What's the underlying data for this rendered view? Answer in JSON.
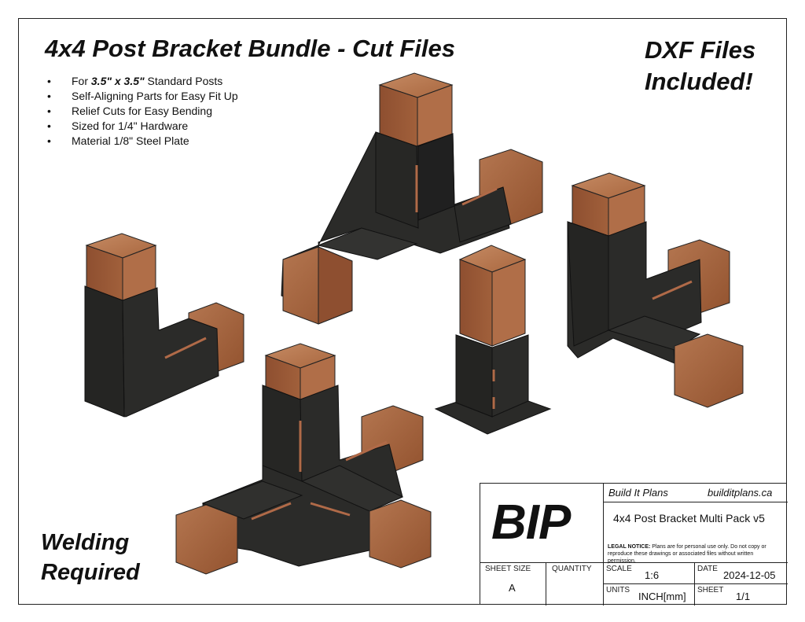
{
  "header": {
    "title": "4x4 Post Bracket Bundle - Cut Files",
    "dxf_line1": "DXF Files",
    "dxf_line2": "Included!"
  },
  "features": {
    "item0_prefix": "For ",
    "item0_bold": "3.5\" x 3.5\"",
    "item0_suffix": " Standard Posts",
    "item1": "Self-Aligning Parts for Easy Fit Up",
    "item2": "Relief Cuts for Easy Bending",
    "item3": "Sized for 1/4\" Hardware",
    "item4": "Material 1/8\" Steel Plate"
  },
  "footer_note": {
    "line1": "Welding",
    "line2": "Required"
  },
  "title_block": {
    "logo": "BIP",
    "company": "Build It Plans",
    "website": "builditplans.ca",
    "drawing_title": "4x4 Post Bracket Multi Pack v5",
    "legal_label": "LEGAL NOTICE:",
    "legal_text": "Plans are for personal use only. Do not copy or reproduce these drawings or associated files without written permission.",
    "sheet_size_label": "SHEET SIZE",
    "sheet_size": "A",
    "quantity_label": "QUANTITY",
    "scale_label": "SCALE",
    "scale": "1:6",
    "date_label": "DATE",
    "date": "2024-12-05",
    "units_label": "UNITS",
    "units": "INCH[mm]",
    "sheet_label": "SHEET",
    "sheet": "1/1"
  },
  "colors": {
    "steel": "#2a2a28",
    "steel_dark": "#1c1c1b",
    "wood_top": "#b97a55",
    "wood_side": "#9a5a38",
    "wood_front": "#8a4c2e",
    "slot": "#b06a48"
  }
}
